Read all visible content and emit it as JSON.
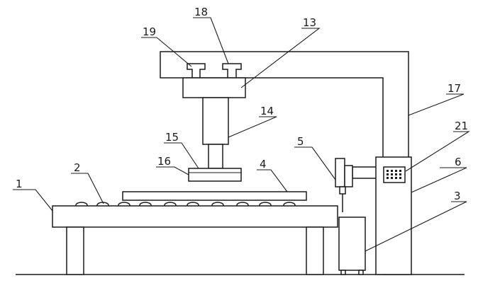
{
  "labels": {
    "l1": "1",
    "l2": "2",
    "l3": "3",
    "l4": "4",
    "l5": "5",
    "l6": "6",
    "l13": "13",
    "l14": "14",
    "l15": "15",
    "l16": "16",
    "l17": "17",
    "l18": "18",
    "l19": "19",
    "l21": "21"
  }
}
